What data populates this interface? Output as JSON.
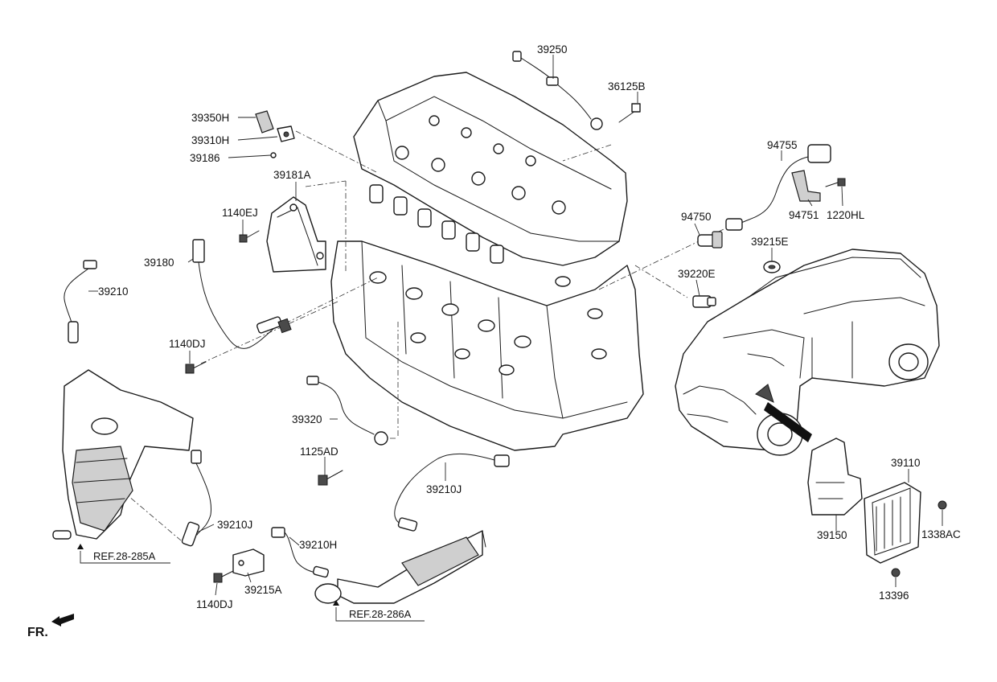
{
  "labels": {
    "p39250": "39250",
    "p36125B": "36125B",
    "p39350H": "39350H",
    "p39310H": "39310H",
    "p39186": "39186",
    "p39181A": "39181A",
    "p1140EJ": "1140EJ",
    "p39180": "39180",
    "p39210": "39210",
    "p1140DJ_top": "1140DJ",
    "p94755": "94755",
    "p94750": "94750",
    "p94751": "94751",
    "p1220HL": "1220HL",
    "p39215E": "39215E",
    "p39220E": "39220E",
    "p39320": "39320",
    "p1125AD": "1125AD",
    "p39210J_center": "39210J",
    "p39210J_left": "39210J",
    "p39210H": "39210H",
    "p39215A": "39215A",
    "p1140DJ_bottom": "1140DJ",
    "p39110": "39110",
    "p39150": "39150",
    "p1338AC": "1338AC",
    "p13396": "13396"
  },
  "references": {
    "ref_left": "REF.28-285A",
    "ref_center": "REF.28-286A"
  },
  "orientation": {
    "front_label": "FR."
  }
}
